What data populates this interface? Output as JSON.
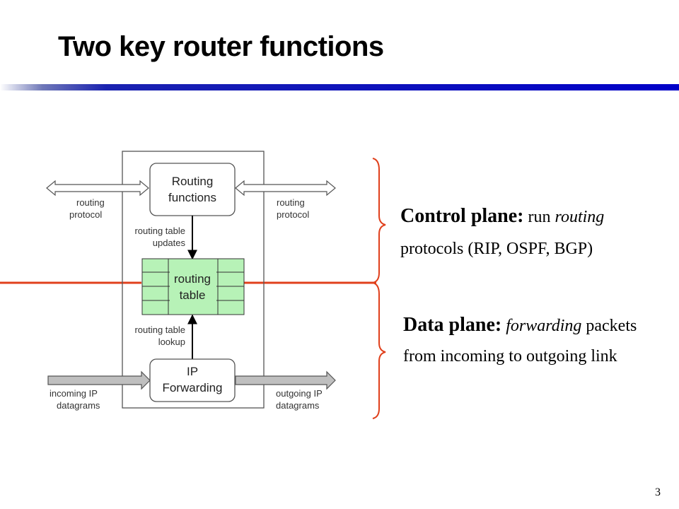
{
  "slide": {
    "title": "Two key router functions",
    "page_number": "3"
  },
  "diagram": {
    "routing_functions_line1": "Routing",
    "routing_functions_line2": "functions",
    "routing_protocol_left_line1": "routing",
    "routing_protocol_left_line2": "protocol",
    "routing_protocol_right_line1": "routing",
    "routing_protocol_right_line2": "protocol",
    "updates_label_line1": "routing table",
    "updates_label_line2": "updates",
    "routing_table_line1": "routing",
    "routing_table_line2": "table",
    "lookup_label_line1": "routing table",
    "lookup_label_line2": "lookup",
    "ip_forwarding_line1": "IP",
    "ip_forwarding_line2": "Forwarding",
    "incoming_line1": "incoming IP",
    "incoming_line2": "datagrams",
    "outgoing_line1": "outgoing IP",
    "outgoing_line2": "datagrams"
  },
  "control_plane": {
    "lead": "Control plane:",
    "text1": " run ",
    "italic": "routing",
    "text2": " protocols (RIP, OSPF, BGP)"
  },
  "data_plane": {
    "lead": "Data plane:",
    "italic": "forwarding",
    "text": " packets from incoming to outgoing link"
  },
  "colors": {
    "divider": "#e0401c",
    "brace": "#e0401c",
    "table_fill": "#b7f2b7",
    "title_rule": "#0000c8"
  }
}
